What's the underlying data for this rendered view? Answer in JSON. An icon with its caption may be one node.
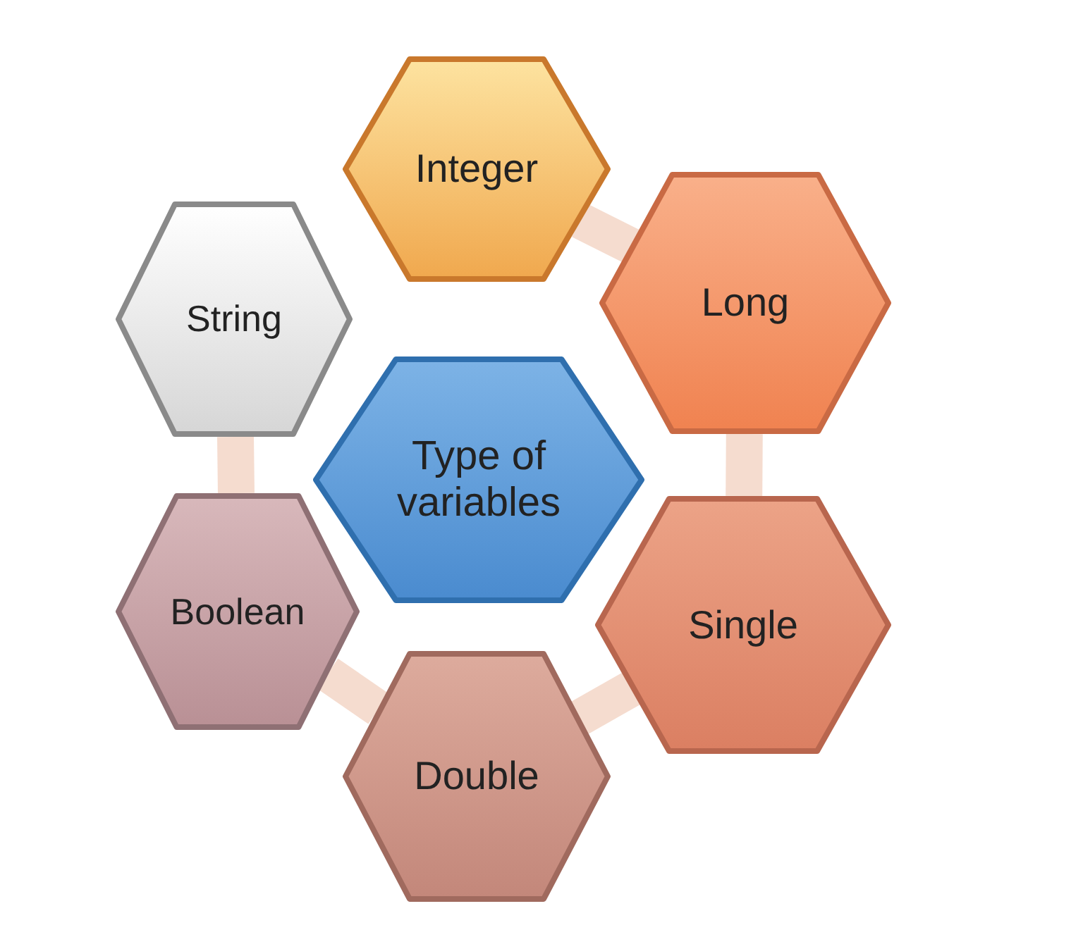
{
  "diagram": {
    "nodes": [
      {
        "text": [
          "Type of variables"
        ]
      },
      {
        "text": [
          "Integer"
        ]
      },
      {
        "text": [
          "Long"
        ]
      },
      {
        "text": [
          "Single"
        ]
      },
      {
        "text": [
          "Double"
        ]
      },
      {
        "text": [
          "Boolean"
        ]
      },
      {
        "text": [
          "String"
        ]
      }
    ],
    "edges": [
      {
        "from": 1,
        "to": 2,
        "arrow": "none"
      },
      {
        "from": 2,
        "to": 3,
        "arrow": "none"
      },
      {
        "from": 3,
        "to": 4,
        "arrow": "none"
      },
      {
        "from": 4,
        "to": 5,
        "arrow": "none"
      },
      {
        "from": 5,
        "to": 6,
        "arrow": "none"
      }
    ]
  }
}
